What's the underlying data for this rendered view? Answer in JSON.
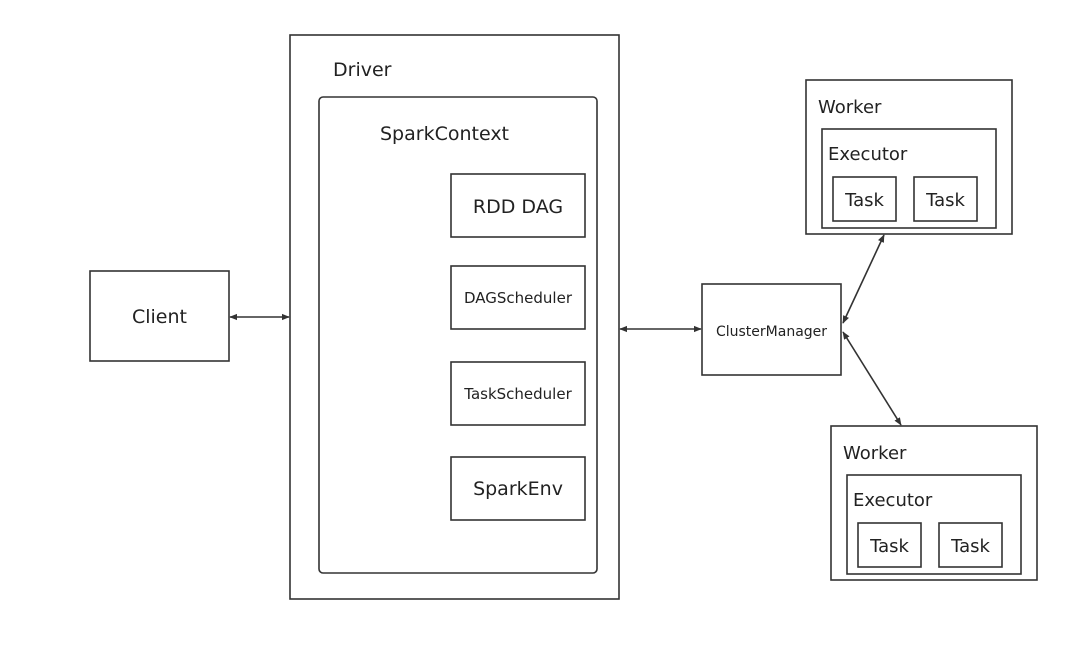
{
  "client": {
    "label": "Client"
  },
  "driver": {
    "label": "Driver",
    "spark_context": {
      "label": "SparkContext",
      "components": [
        "RDD DAG",
        "DAGScheduler",
        "TaskScheduler",
        "SparkEnv"
      ]
    }
  },
  "cluster_manager": {
    "label": "ClusterManager"
  },
  "workers": [
    {
      "label": "Worker",
      "executor": {
        "label": "Executor",
        "tasks": [
          "Task",
          "Task"
        ]
      }
    },
    {
      "label": "Worker",
      "executor": {
        "label": "Executor",
        "tasks": [
          "Task",
          "Task"
        ]
      }
    }
  ]
}
